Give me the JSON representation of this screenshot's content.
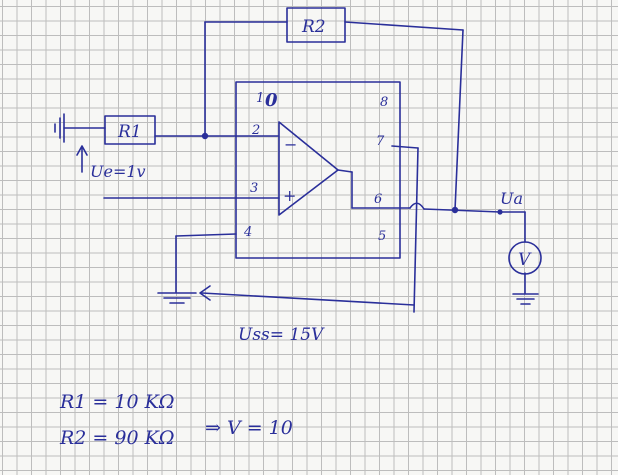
{
  "circuit": {
    "r1_label": "R1",
    "r2_label": "R2",
    "ue_label": "Ue=1v",
    "ua_label": "Ua",
    "voltmeter_label": "V",
    "supply_label": "Uss= 15V",
    "pins": {
      "p1": "1",
      "p2": "2",
      "p3": "3",
      "p4": "4",
      "p5": "5",
      "p6": "6",
      "p7": "7",
      "p8": "8"
    },
    "inv_sign": "−",
    "noninv_sign": "+"
  },
  "notes": {
    "r1_value": "R1 = 10 KΩ",
    "r2_value": "R2 = 90 KΩ",
    "result": "⇒ V = 10"
  }
}
